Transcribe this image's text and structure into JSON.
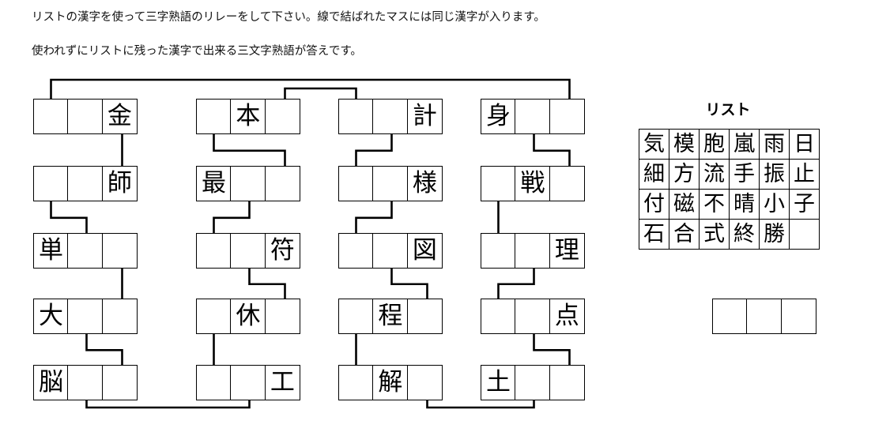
{
  "instructions": {
    "line1": "リストの漢字を使って三字熟語のリレーをして下さい。線で結ばれたマスには同じ漢字が入ります。",
    "line2": "使われずにリストに残った漢字で出来る三文字熟語が答えです。"
  },
  "puzzle": {
    "columns": [
      {
        "name": "column-1",
        "rows": [
          {
            "cells": [
              "",
              "",
              "金"
            ]
          },
          {
            "cells": [
              "",
              "",
              "師"
            ]
          },
          {
            "cells": [
              "単",
              "",
              ""
            ]
          },
          {
            "cells": [
              "大",
              "",
              ""
            ]
          },
          {
            "cells": [
              "脳",
              "",
              ""
            ]
          }
        ]
      },
      {
        "name": "column-2",
        "rows": [
          {
            "cells": [
              "",
              "本",
              ""
            ]
          },
          {
            "cells": [
              "最",
              "",
              ""
            ]
          },
          {
            "cells": [
              "",
              "",
              "符"
            ]
          },
          {
            "cells": [
              "",
              "休",
              ""
            ]
          },
          {
            "cells": [
              "",
              "",
              "工"
            ]
          }
        ]
      },
      {
        "name": "column-3",
        "rows": [
          {
            "cells": [
              "",
              "",
              "計"
            ]
          },
          {
            "cells": [
              "",
              "",
              "様"
            ]
          },
          {
            "cells": [
              "",
              "",
              "図"
            ]
          },
          {
            "cells": [
              "",
              "程",
              ""
            ]
          },
          {
            "cells": [
              "",
              "解",
              ""
            ]
          }
        ]
      },
      {
        "name": "column-4",
        "rows": [
          {
            "cells": [
              "身",
              "",
              ""
            ]
          },
          {
            "cells": [
              "",
              "戦",
              ""
            ]
          },
          {
            "cells": [
              "",
              "",
              "理"
            ]
          },
          {
            "cells": [
              "",
              "",
              "点"
            ]
          },
          {
            "cells": [
              "土",
              "",
              ""
            ]
          }
        ]
      }
    ],
    "links": [
      {
        "from": [
          0,
          0,
          0
        ],
        "to": [
          3,
          0,
          2
        ],
        "style": "over-top",
        "peak": 101
      },
      {
        "from": [
          1,
          0,
          2
        ],
        "to": [
          2,
          0,
          0
        ],
        "style": "over-top",
        "peak": 112
      },
      {
        "from": [
          0,
          0,
          2
        ],
        "to": [
          0,
          1,
          2
        ],
        "style": "vertical"
      },
      {
        "from": [
          0,
          1,
          0
        ],
        "to": [
          0,
          2,
          1
        ],
        "style": "jog"
      },
      {
        "from": [
          0,
          2,
          2
        ],
        "to": [
          0,
          3,
          2
        ],
        "style": "vertical"
      },
      {
        "from": [
          0,
          3,
          1
        ],
        "to": [
          0,
          4,
          2
        ],
        "style": "jog"
      },
      {
        "from": [
          0,
          4,
          1
        ],
        "to": [
          1,
          4,
          1
        ],
        "style": "under-bottom",
        "trough": 516
      },
      {
        "from": [
          1,
          0,
          0
        ],
        "to": [
          1,
          1,
          2
        ],
        "style": "jog"
      },
      {
        "from": [
          1,
          1,
          1
        ],
        "to": [
          1,
          2,
          0
        ],
        "style": "jog"
      },
      {
        "from": [
          1,
          2,
          1
        ],
        "to": [
          1,
          3,
          2
        ],
        "style": "jog"
      },
      {
        "from": [
          1,
          3,
          0
        ],
        "to": [
          1,
          4,
          0
        ],
        "style": "vertical"
      },
      {
        "from": [
          2,
          0,
          1
        ],
        "to": [
          2,
          1,
          0
        ],
        "style": "jog"
      },
      {
        "from": [
          2,
          1,
          1
        ],
        "to": [
          2,
          2,
          0
        ],
        "style": "jog"
      },
      {
        "from": [
          2,
          2,
          1
        ],
        "to": [
          2,
          3,
          2
        ],
        "style": "jog"
      },
      {
        "from": [
          2,
          3,
          0
        ],
        "to": [
          2,
          4,
          0
        ],
        "style": "vertical"
      },
      {
        "from": [
          2,
          4,
          2
        ],
        "to": [
          3,
          4,
          1
        ],
        "style": "under-bottom",
        "trough": 516
      },
      {
        "from": [
          3,
          0,
          1
        ],
        "to": [
          3,
          1,
          2
        ],
        "style": "jog"
      },
      {
        "from": [
          3,
          1,
          0
        ],
        "to": [
          3,
          2,
          0
        ],
        "style": "vertical"
      },
      {
        "from": [
          3,
          2,
          1
        ],
        "to": [
          3,
          3,
          0
        ],
        "style": "jog"
      },
      {
        "from": [
          3,
          3,
          1
        ],
        "to": [
          3,
          4,
          2
        ],
        "style": "jog"
      }
    ]
  },
  "list": {
    "title": "リスト",
    "rows": [
      [
        "気",
        "模",
        "胞",
        "嵐",
        "雨",
        "日"
      ],
      [
        "細",
        "方",
        "流",
        "手",
        "振",
        "止"
      ],
      [
        "付",
        "磁",
        "不",
        "晴",
        "小",
        "子"
      ],
      [
        "石",
        "合",
        "式",
        "終",
        "勝",
        ""
      ]
    ]
  },
  "answer": {
    "cells": [
      "",
      "",
      ""
    ]
  },
  "colors": {
    "ink": "#000000",
    "page": "#ffffff"
  },
  "layout": {
    "column_x": [
      42,
      248,
      428,
      608
    ],
    "row_y": [
      125,
      210,
      295,
      378,
      462
    ],
    "cell_size": 45
  }
}
